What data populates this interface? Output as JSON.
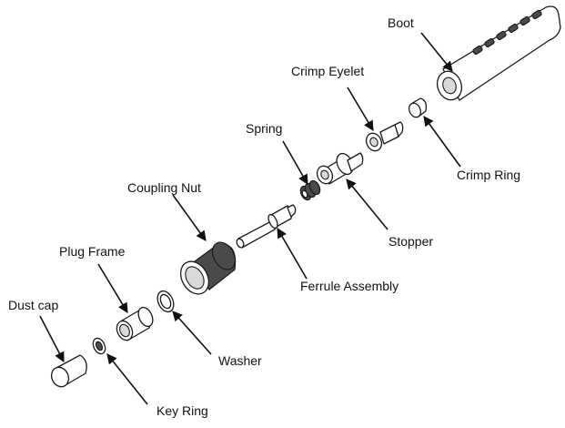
{
  "labels": {
    "boot": "Boot",
    "crimp_eyelet": "Crimp Eyelet",
    "crimp_ring": "Crimp Ring",
    "spring": "Spring",
    "stopper": "Stopper",
    "coupling_nut": "Coupling Nut",
    "ferrule_assembly": "Ferrule Assembly",
    "plug_frame": "Plug Frame",
    "washer": "Washer",
    "dust_cap": "Dust cap",
    "key_ring": "Key Ring"
  }
}
